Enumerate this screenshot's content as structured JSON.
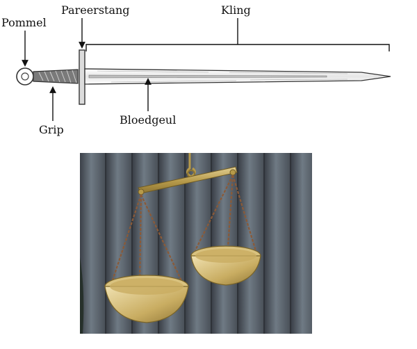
{
  "diagram": {
    "labels": {
      "pommel": "Pommel",
      "crossguard": "Pareerstang",
      "blade": "Kling",
      "grip": "Grip",
      "fuller": "Bloedgeul"
    },
    "colors": {
      "text": "#111111",
      "arrow": "#111111",
      "blade_outline": "#333333",
      "blade_fill": "#f2f2f2"
    }
  },
  "photo": {
    "colors": {
      "fence_dark": "#3b4048",
      "fence_mid": "#566069",
      "fence_light": "#6f7a84",
      "brass": "#b69a4a",
      "brass_light": "#e2cf93",
      "chain": "#8a5a38"
    }
  }
}
